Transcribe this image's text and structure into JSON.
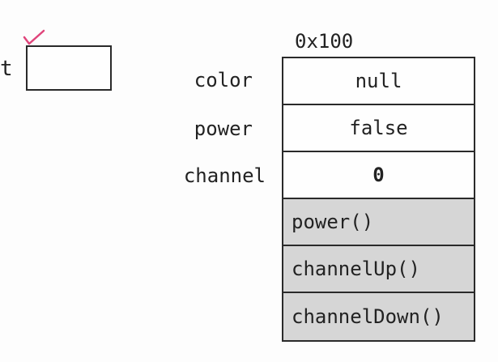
{
  "variable": {
    "label_fragment": "t"
  },
  "object": {
    "address": "0x100",
    "fields": [
      {
        "name": "color",
        "value": "null"
      },
      {
        "name": "power",
        "value": "false"
      },
      {
        "name": "channel",
        "value": "0"
      }
    ],
    "methods": [
      "power()",
      "channelUp()",
      "channelDown()"
    ]
  },
  "colors": {
    "checkmark": "#e0457b",
    "method_fill": "#d6d6d6",
    "border": "#2a2a2a"
  }
}
